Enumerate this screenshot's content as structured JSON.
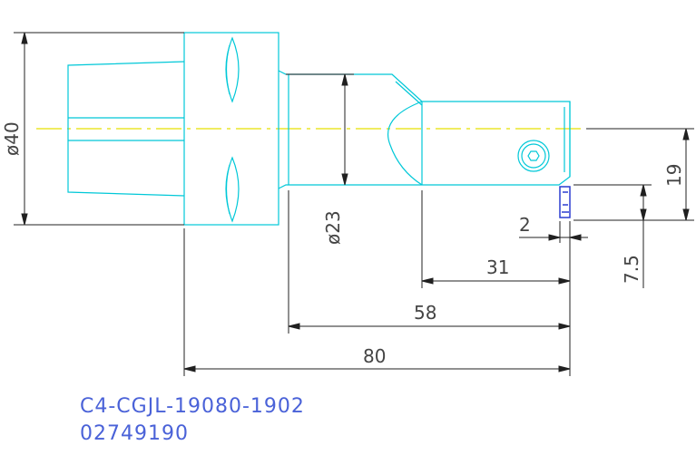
{
  "colors": {
    "part_outline": "#00c8d8",
    "dimension": "#202020",
    "centerline": "#e8e000",
    "part_number": "#4a62d8",
    "insert": "#2a3cd0"
  },
  "dimensions": {
    "dia_40": "ø40",
    "dia_23": "ø23",
    "len_80": "80",
    "len_58": "58",
    "len_31": "31",
    "len_2": "2",
    "len_19": "19",
    "len_7_5": "7.5"
  },
  "part": {
    "designation": "C4-CGJL-19080-1902",
    "order_number": "02749190"
  }
}
